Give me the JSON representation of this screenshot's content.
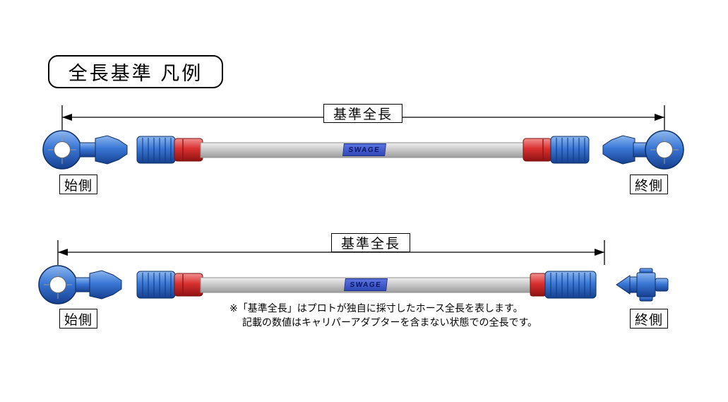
{
  "title": "全長基準 凡例",
  "colors": {
    "fitting_blue": "#3a77d6",
    "fitting_red": "#d93030",
    "hose_gray": "#c6c6c6",
    "swage_tag_blue": "#3f55cc",
    "line_black": "#000000"
  },
  "top_diagram": {
    "dimension_label": "基準全長",
    "start_label": "始側",
    "end_label": "終側",
    "hose_tag": "SWAGE"
  },
  "bottom_diagram": {
    "dimension_label": "基準全長",
    "start_label": "始側",
    "end_label": "終側",
    "hose_tag": "SWAGE"
  },
  "note": {
    "line1": "※「基準全長」はプロトが独自に採寸したホース全長を表します。",
    "line2": "記載の数値はキャリパーアダプターを含まない状態での全長です。"
  }
}
